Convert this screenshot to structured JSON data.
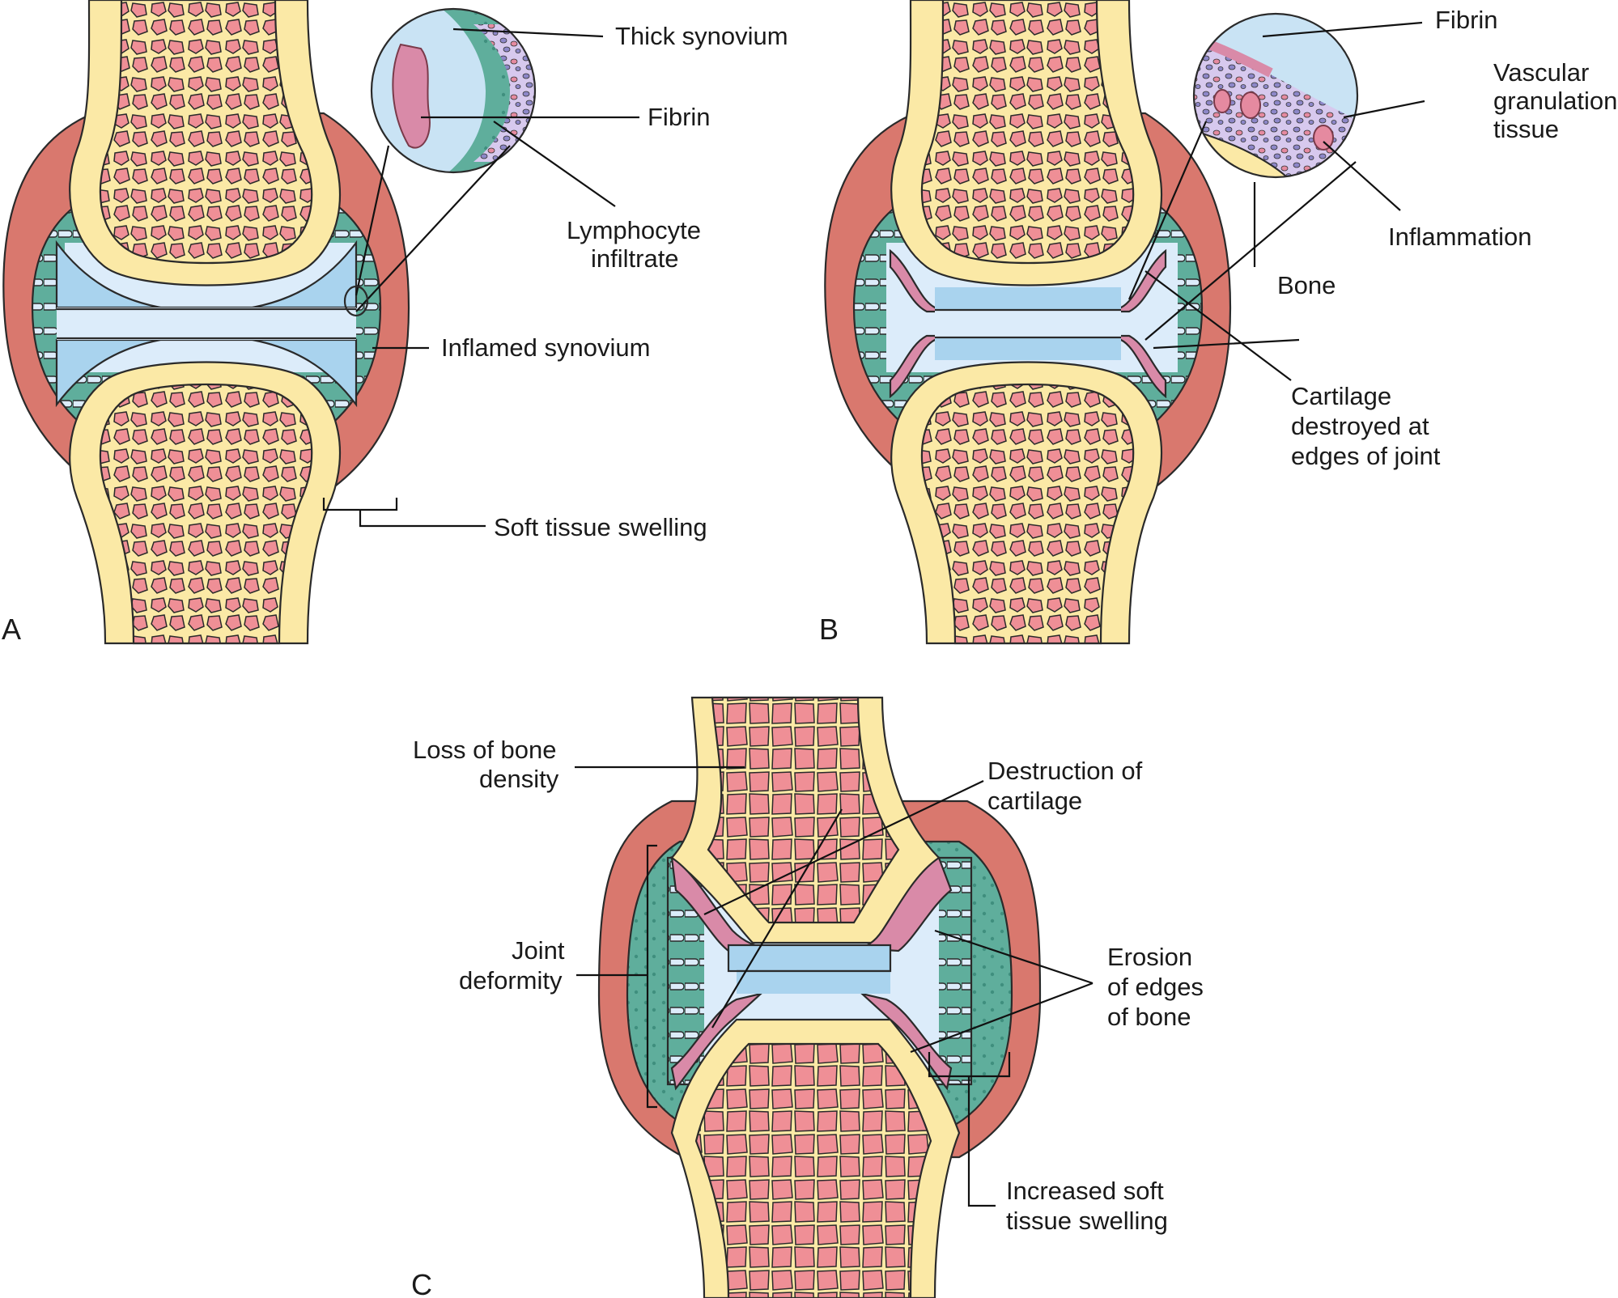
{
  "panels": {
    "a": {
      "letter": "A",
      "labels": {
        "thick_synovium": "Thick synovium",
        "fibrin": "Fibrin",
        "lymphocyte_1": "Lymphocyte",
        "lymphocyte_2": "infiltrate",
        "inflamed_synovium": "Inflamed synovium",
        "soft_tissue_swelling": "Soft tissue swelling"
      }
    },
    "b": {
      "letter": "B",
      "labels": {
        "fibrin": "Fibrin",
        "vascular_1": "Vascular",
        "vascular_2": "granulation",
        "vascular_3": "tissue",
        "inflammation": "Inflammation",
        "bone": "Bone",
        "cartilage_1": "Cartilage",
        "cartilage_2": "destroyed at",
        "cartilage_3": "edges of joint"
      }
    },
    "c": {
      "letter": "C",
      "labels": {
        "loss_1": "Loss of bone",
        "loss_2": "density",
        "destruction_1": "Destruction of",
        "destruction_2": "cartilage",
        "joint_1": "Joint",
        "joint_2": "deformity",
        "erosion_1": "Erosion",
        "erosion_2": "of edges",
        "erosion_3": "of bone",
        "increased_1": "Increased soft",
        "increased_2": "tissue swelling"
      }
    }
  },
  "colors": {
    "bone_cortex": "#fbe9a6",
    "marrow": "#ef8f96",
    "cartilage": "#a9d3ee",
    "synovial_fluid": "#dcecfa",
    "synovium": "#5fae9c",
    "capsule": "#d9786e",
    "eroded_cartilage": "#d98aa8",
    "lymphocyte": "#8d87c8",
    "inset_bg": "#c9e3f4"
  }
}
